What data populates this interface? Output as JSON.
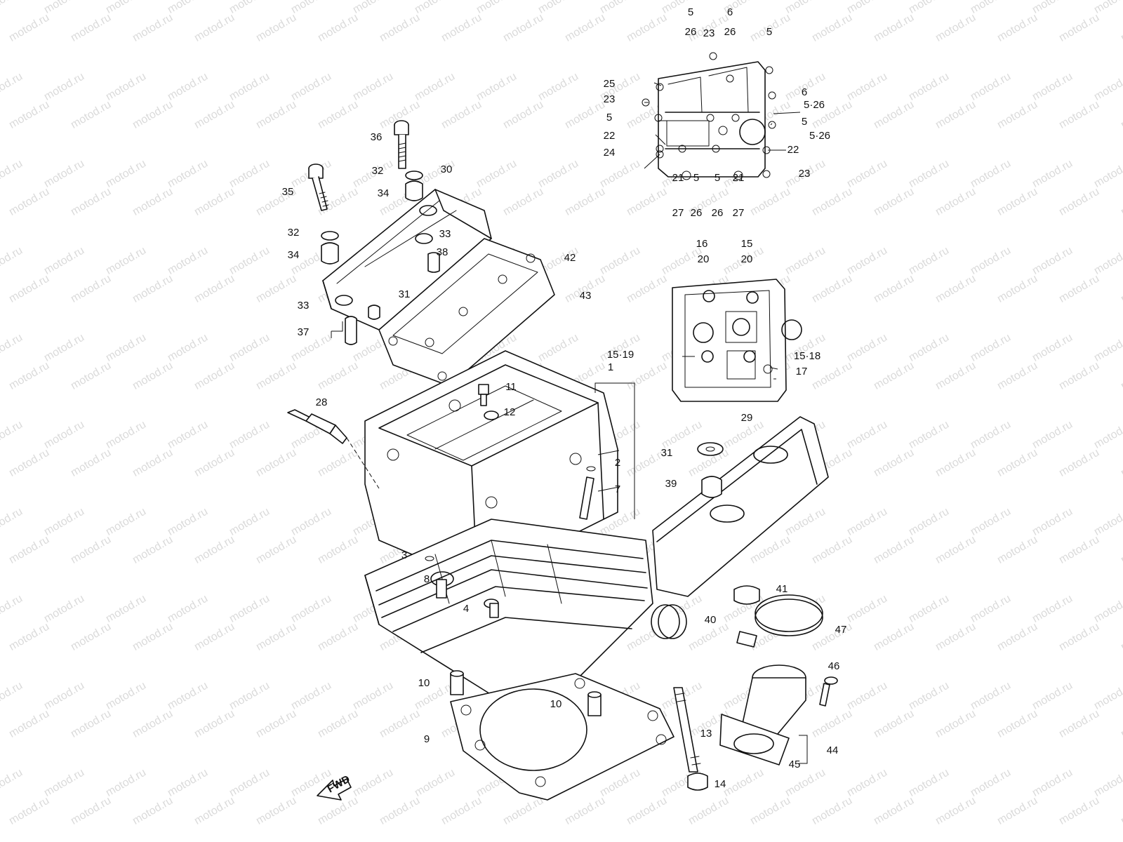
{
  "watermark": {
    "text": "motod.ru"
  },
  "fwd_arrow": {
    "label": "FWD"
  },
  "callouts": [
    "5",
    "26",
    "23",
    "6",
    "26",
    "5",
    "25",
    "23",
    "6",
    "5",
    "5·26",
    "5",
    "5·26",
    "22",
    "24",
    "22",
    "23",
    "21",
    "5",
    "5",
    "21",
    "27",
    "26",
    "26",
    "27",
    "36",
    "32",
    "30",
    "34",
    "35",
    "32",
    "33",
    "34",
    "38",
    "42",
    "31",
    "43",
    "33",
    "37",
    "16",
    "20",
    "15",
    "20",
    "15·19",
    "15·18",
    "17",
    "1",
    "11",
    "12",
    "28",
    "2",
    "7",
    "3",
    "8",
    "4",
    "29",
    "31",
    "39",
    "41",
    "40",
    "47",
    "46",
    "44",
    "45",
    "10",
    "10",
    "9",
    "13",
    "14"
  ],
  "colors": {
    "line": "#111111",
    "watermark": "#bdbdbd"
  }
}
